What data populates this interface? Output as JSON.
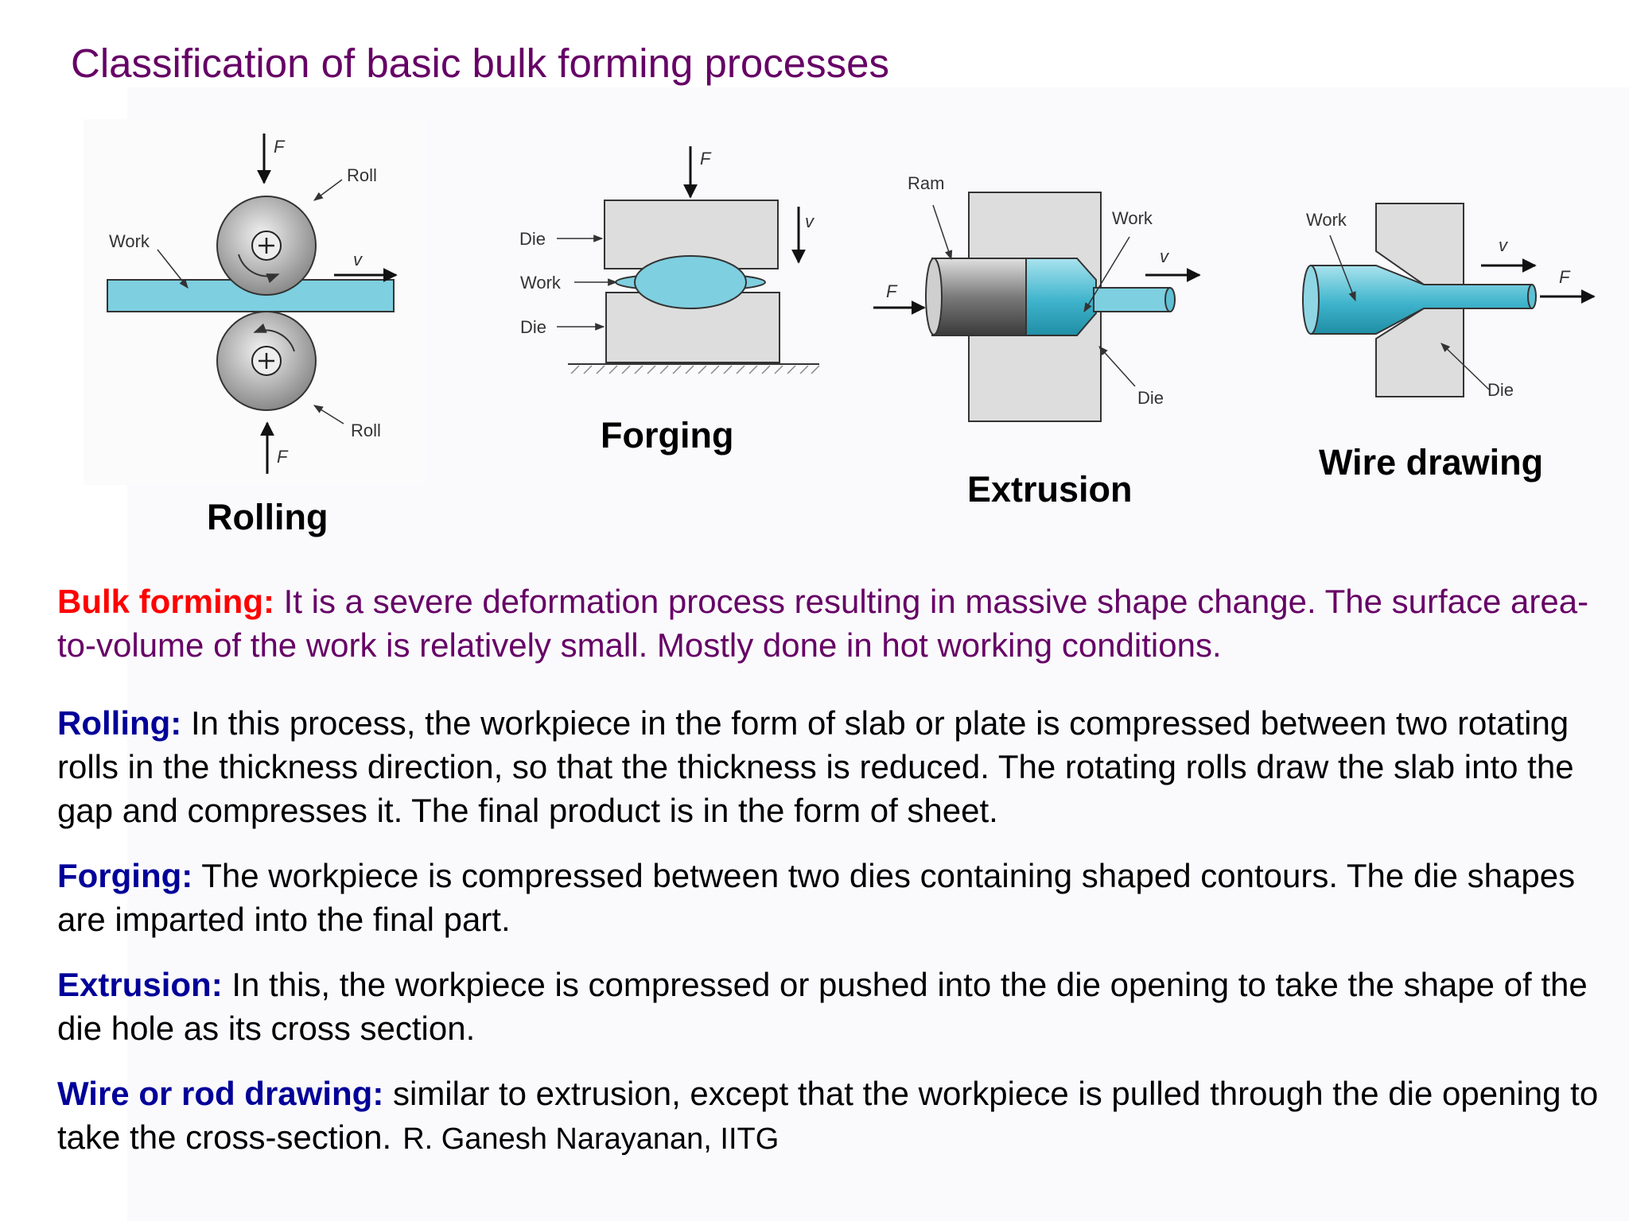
{
  "slide": {
    "title": "Classification of basic bulk forming processes"
  },
  "diagrams": {
    "rolling": {
      "caption": "Rolling",
      "labels": {
        "roll_top": "Roll",
        "roll_bottom": "Roll",
        "work": "Work",
        "force_top": "F",
        "force_bottom": "F",
        "velocity": "v"
      }
    },
    "forging": {
      "caption": "Forging",
      "labels": {
        "die_top": "Die",
        "work": "Work",
        "die_bottom": "Die",
        "force": "F",
        "velocity": "v"
      }
    },
    "extrusion": {
      "caption": "Extrusion",
      "labels": {
        "ram": "Ram",
        "work": "Work",
        "die": "Die",
        "force": "F",
        "velocity": "v"
      }
    },
    "wire_drawing": {
      "caption": "Wire drawing",
      "labels": {
        "work": "Work",
        "die": "Die",
        "force": "F",
        "velocity": "v"
      }
    }
  },
  "colors": {
    "title": "#660066",
    "bulk_term": "#ff0000",
    "bulk_text": "#660066",
    "process_term": "#000099",
    "body_text": "#000000",
    "work_fill": "#7ecfe0",
    "die_fill": "#dddddd"
  },
  "paragraphs": {
    "bulk": {
      "term": "Bulk forming:",
      "text": " It is a severe deformation process resulting in massive shape change. The surface area-to-volume of the work is relatively small. Mostly done in hot working conditions."
    },
    "rolling": {
      "term": "Rolling:",
      "text": " In this process, the workpiece in the form of slab or plate is compressed between two rotating rolls in the thickness direction, so that the thickness is reduced. The rotating rolls draw the slab into the gap and compresses it. The final product is in the form of sheet."
    },
    "forging": {
      "term": "Forging:",
      "text": " The workpiece is compressed between two dies containing shaped contours. The die shapes are imparted into the final part."
    },
    "extrusion": {
      "term": "Extrusion:",
      "text": " In this, the workpiece is compressed or pushed into the die opening to take the shape of the die hole as its cross section."
    },
    "wire": {
      "term": "Wire or rod drawing:",
      "text": " similar to extrusion, except that the workpiece is pulled through the die opening to take the cross-section."
    }
  },
  "footer": {
    "credit": "R. Ganesh Narayanan, IITG"
  }
}
